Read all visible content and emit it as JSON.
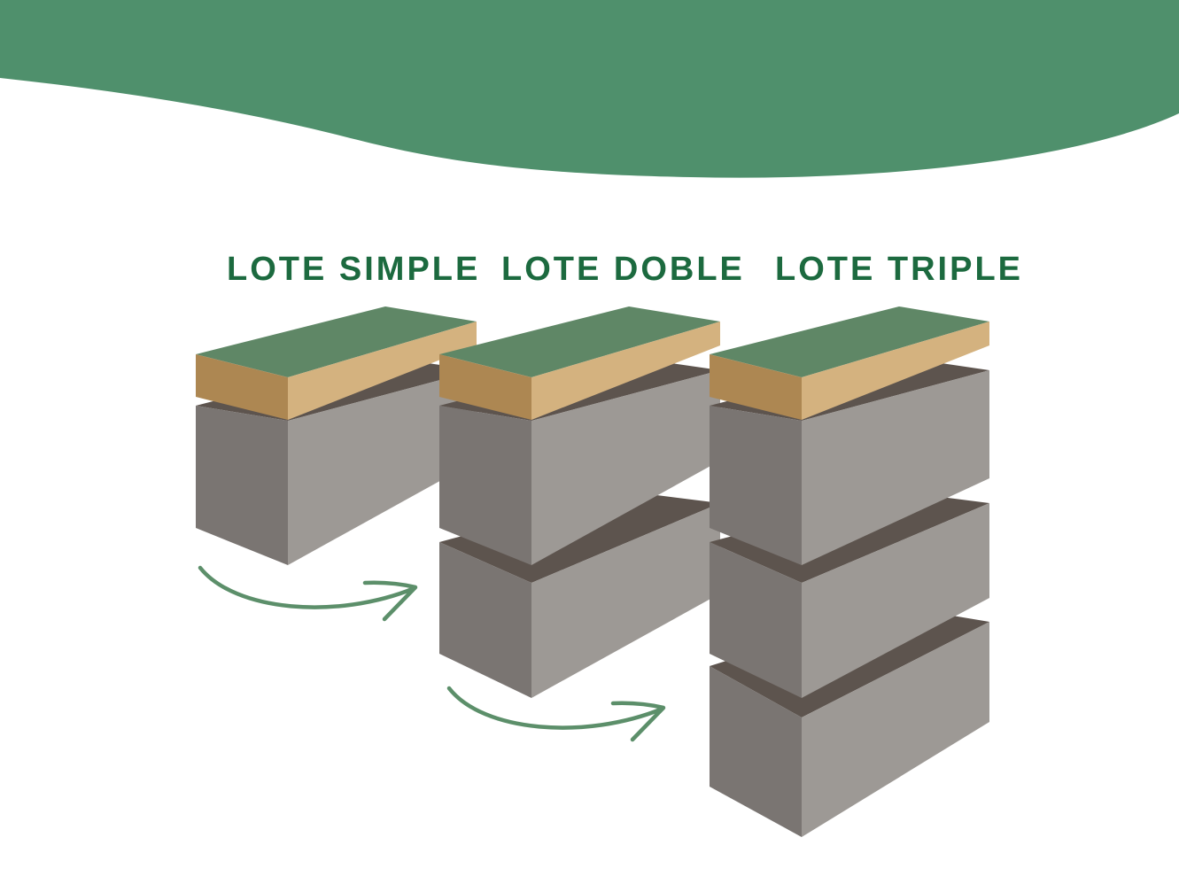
{
  "labels": {
    "simple": "LOTE SIMPLE",
    "double": "LOTE DOBLE",
    "triple": "LOTE TRIPLE"
  },
  "lots": [
    {
      "label_key": "simple",
      "blocks": 1
    },
    {
      "label_key": "double",
      "blocks": 2
    },
    {
      "label_key": "triple",
      "blocks": 3
    }
  ],
  "colors": {
    "banner": "#4f906c",
    "label": "#1c6a3f",
    "arrow": "#5c8f6a",
    "block_front": "#7a7572",
    "block_side": "#9d9995",
    "block_top": "#5d544e",
    "soil_top": "#5f8766",
    "soil_front": "#ad8752",
    "soil_side": "#d4b27f"
  }
}
